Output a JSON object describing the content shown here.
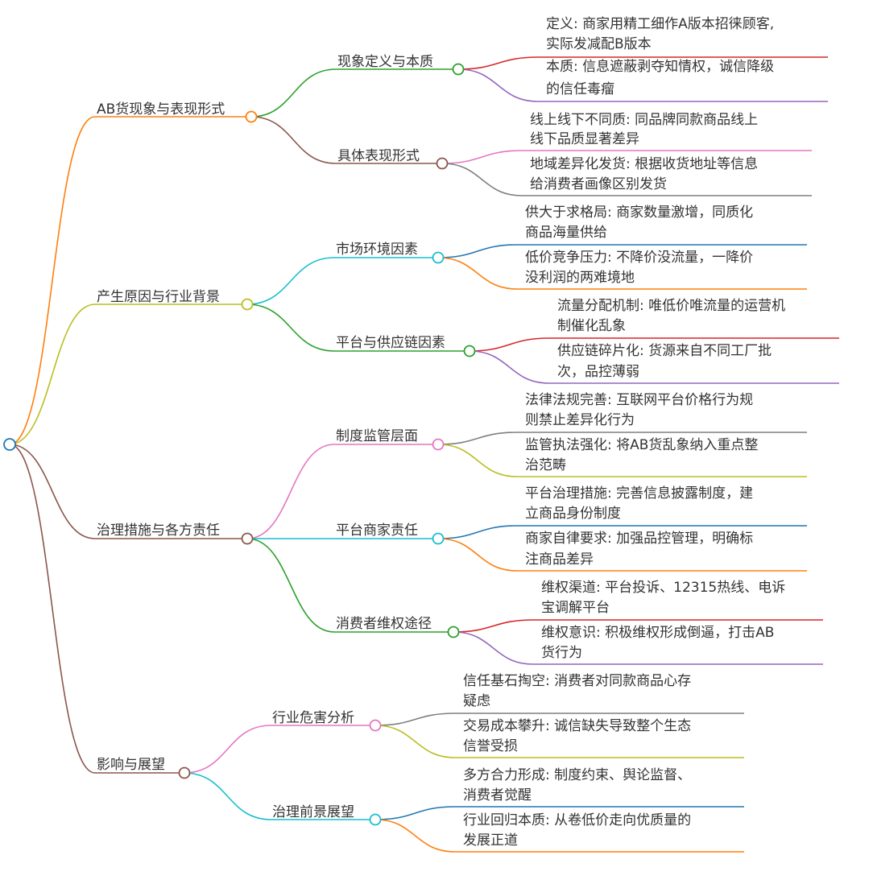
{
  "root": {
    "color": "#1f77b4",
    "label": ""
  },
  "branches": [
    {
      "label": "AB货现象与表现形式",
      "color": "#ff7f0e",
      "children": [
        {
          "label": "现象定义与本质",
          "color": "#2ca02c",
          "children": [
            {
              "lines": [
                "定义: 商家用精工细作A版本招徕顾客,",
                "实际发减配B版本"
              ],
              "color": "#d62728"
            },
            {
              "lines": [
                "本质: 信息遮蔽剥夺知情权，诚信降级",
                "的信任毒瘤"
              ],
              "color": "#9467bd"
            }
          ]
        },
        {
          "label": "具体表现形式",
          "color": "#8c564b",
          "children": [
            {
              "lines": [
                "线上线下不同质: 同品牌同款商品线上",
                "线下品质显著差异"
              ],
              "color": "#e377c2"
            },
            {
              "lines": [
                "地域差异化发货: 根据收货地址等信息",
                "给消费者画像区别发货"
              ],
              "color": "#7f7f7f"
            }
          ]
        }
      ]
    },
    {
      "label": "产生原因与行业背景",
      "color": "#bcbd22",
      "children": [
        {
          "label": "市场环境因素",
          "color": "#17becf",
          "children": [
            {
              "lines": [
                "供大于求格局: 商家数量激增，同质化",
                "商品海量供给"
              ],
              "color": "#1f77b4"
            },
            {
              "lines": [
                "低价竞争压力: 不降价没流量，一降价",
                "没利润的两难境地"
              ],
              "color": "#ff7f0e"
            }
          ]
        },
        {
          "label": "平台与供应链因素",
          "color": "#2ca02c",
          "children": [
            {
              "lines": [
                "流量分配机制: 唯低价唯流量的运营机",
                "制催化乱象"
              ],
              "color": "#d62728"
            },
            {
              "lines": [
                "供应链碎片化: 货源来自不同工厂批",
                "次，品控薄弱"
              ],
              "color": "#9467bd"
            }
          ]
        }
      ]
    },
    {
      "label": "治理措施与各方责任",
      "color": "#8c564b",
      "children": [
        {
          "label": "制度监管层面",
          "color": "#e377c2",
          "children": [
            {
              "lines": [
                "法律法规完善: 互联网平台价格行为规",
                "则禁止差异化行为"
              ],
              "color": "#7f7f7f"
            },
            {
              "lines": [
                "监管执法强化: 将AB货乱象纳入重点整",
                "治范畴"
              ],
              "color": "#bcbd22"
            }
          ]
        },
        {
          "label": "平台商家责任",
          "color": "#17becf",
          "children": [
            {
              "lines": [
                "平台治理措施: 完善信息披露制度，建",
                "立商品身份制度"
              ],
              "color": "#1f77b4"
            },
            {
              "lines": [
                "商家自律要求: 加强品控管理，明确标",
                "注商品差异"
              ],
              "color": "#ff7f0e"
            }
          ]
        },
        {
          "label": "消费者维权途径",
          "color": "#2ca02c",
          "children": [
            {
              "lines": [
                "维权渠道: 平台投诉、12315热线、电诉",
                "宝调解平台"
              ],
              "color": "#d62728"
            },
            {
              "lines": [
                "维权意识: 积极维权形成倒逼，打击AB",
                "货行为"
              ],
              "color": "#9467bd"
            }
          ]
        }
      ]
    },
    {
      "label": "影响与展望",
      "color": "#8c564b",
      "children": [
        {
          "label": "行业危害分析",
          "color": "#e377c2",
          "children": [
            {
              "lines": [
                "信任基石掏空: 消费者对同款商品心存",
                "疑虑"
              ],
              "color": "#7f7f7f"
            },
            {
              "lines": [
                "交易成本攀升: 诚信缺失导致整个生态",
                "信誉受损"
              ],
              "color": "#bcbd22"
            }
          ]
        },
        {
          "label": "治理前景展望",
          "color": "#17becf",
          "children": [
            {
              "lines": [
                "多方合力形成: 制度约束、舆论监督、",
                "消费者觉醒"
              ],
              "color": "#1f77b4"
            },
            {
              "lines": [
                "行业回归本质: 从卷低价走向优质量的",
                "发展正道"
              ],
              "color": "#ff7f0e"
            }
          ]
        }
      ]
    }
  ]
}
